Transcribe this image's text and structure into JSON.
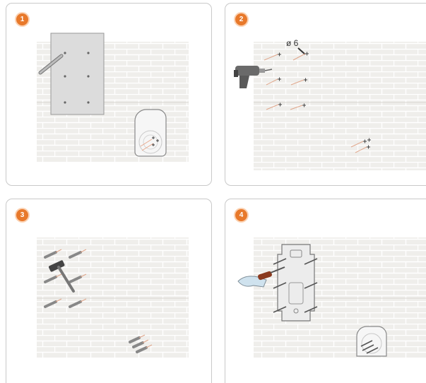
{
  "steps": [
    {
      "number": "1"
    },
    {
      "number": "2",
      "drill_size_label": "ø 6"
    },
    {
      "number": "3"
    },
    {
      "number": "4"
    }
  ],
  "colors": {
    "step_badge": "#e8792b",
    "wall": "#f1f0ee",
    "mortar": "#ffffff",
    "screw": "#e9b49a",
    "outline": "#555555"
  }
}
